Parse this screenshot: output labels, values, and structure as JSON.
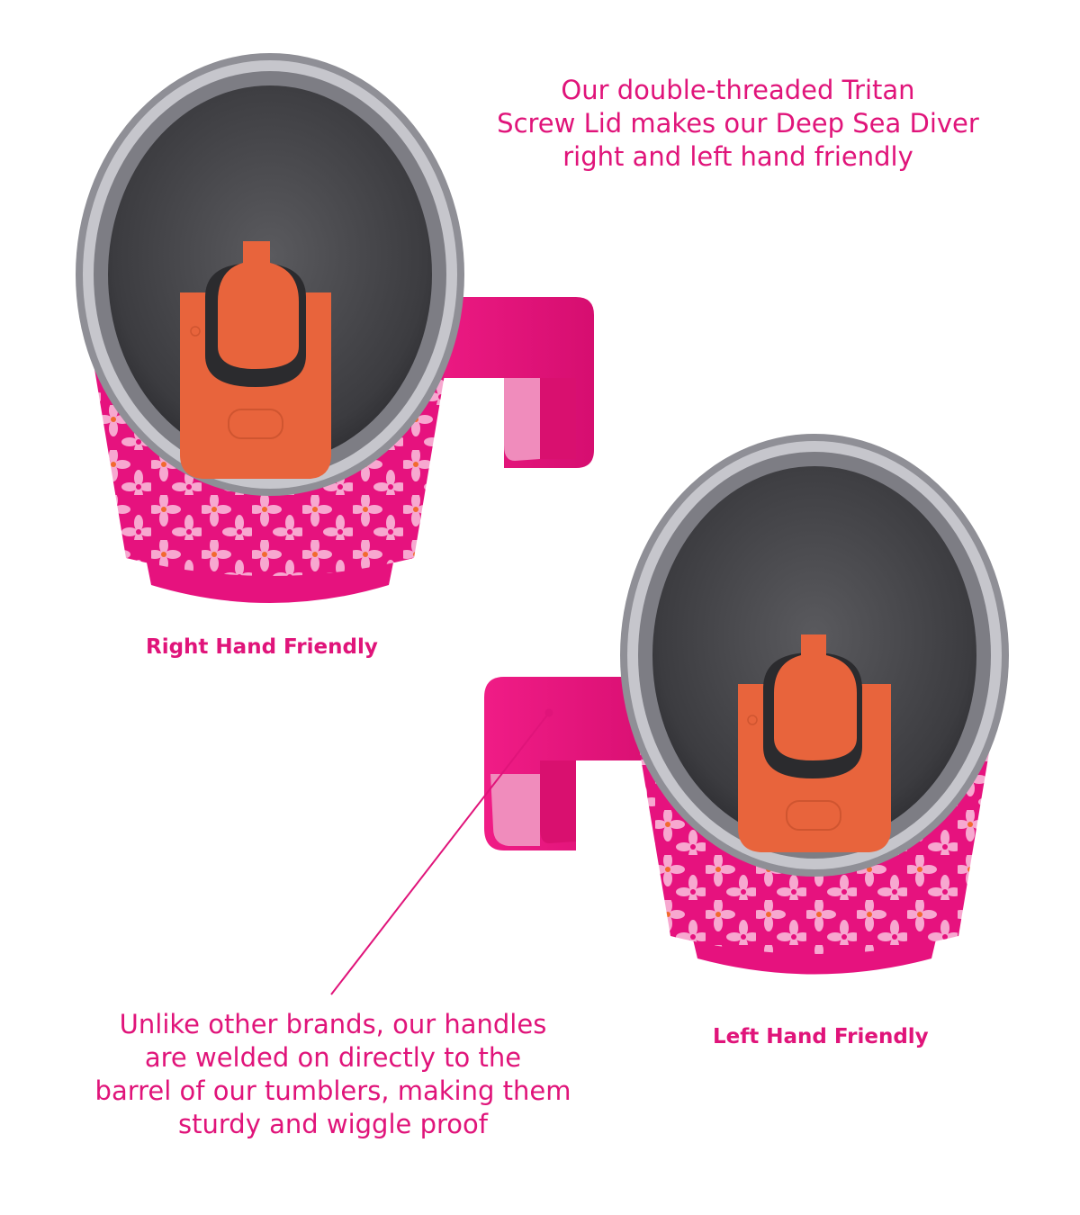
{
  "captions": {
    "top_lines": [
      "Our double-threaded Tritan",
      "Screw Lid makes our Deep Sea Diver",
      "right and left hand friendly"
    ],
    "bottom_lines": [
      "Unlike other brands, our handles",
      "are welded on directly to the",
      "barrel of our tumblers, making them",
      "sturdy and wiggle proof"
    ]
  },
  "labels": {
    "right_hand": "Right Hand Friendly",
    "left_hand": "Left Hand Friendly"
  },
  "colors": {
    "accent_text": "#e0147a",
    "body_pink": "#e6127e",
    "handle_pink": "#e8147c",
    "handle_inner": "#f08cbc",
    "petal_pink": "#f7a8d0",
    "flower_orange": "#f26a2e",
    "lid_orange": "#e8643c",
    "lid_dark": "#3a3a3c",
    "rim_silver": "#9a9aa0"
  }
}
